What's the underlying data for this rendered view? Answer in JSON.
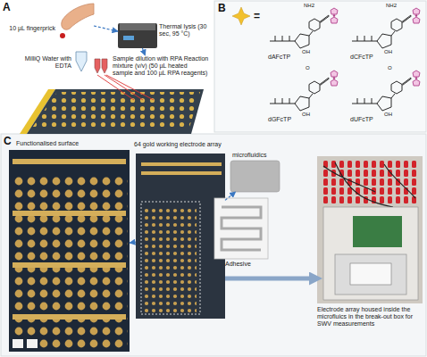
{
  "diagram": {
    "nodes": [
      {
        "text": [
          "10 µL fingerprick"
        ]
      },
      {
        "text": [
          "Thermal lysis (30 sec, 95 °C)"
        ]
      },
      {
        "text": [
          "MilliQ Water with EDTA"
        ]
      },
      {
        "text": [
          "Sample dilution with RPA Reaction mixture (v/v) (50 µL heated sample and 100 µL RPA reagents)"
        ]
      },
      {
        "text": [
          "dAFcTP"
        ]
      },
      {
        "text": [
          "dCFcTP"
        ]
      },
      {
        "text": [
          "dGFcTP"
        ]
      },
      {
        "text": [
          "dUFcTP"
        ]
      },
      {
        "text": [
          "Functionalised surface"
        ]
      },
      {
        "text": [
          "64 gold working electrode array"
        ]
      },
      {
        "text": [
          "microfluidics"
        ]
      },
      {
        "text": [
          "Adhesive"
        ]
      },
      {
        "text": [
          "Electrode array housed inside the microfluics in the break-out box for SWV measurements"
        ]
      }
    ],
    "edges": [
      {
        "from": 0,
        "to": 1,
        "arrow": "to"
      },
      {
        "from": 1,
        "to": 3,
        "arrow": "to"
      },
      {
        "from": 9,
        "to": 8,
        "arrow": "to"
      },
      {
        "from": 9,
        "to": 10,
        "arrow": "to"
      },
      {
        "from": 9,
        "to": 12,
        "arrow": "to"
      }
    ],
    "labels": [
      "A",
      "B",
      "=",
      "NH2",
      "OH",
      "NH2",
      "OH",
      "O",
      "OH",
      "O",
      "OH",
      "C"
    ]
  }
}
